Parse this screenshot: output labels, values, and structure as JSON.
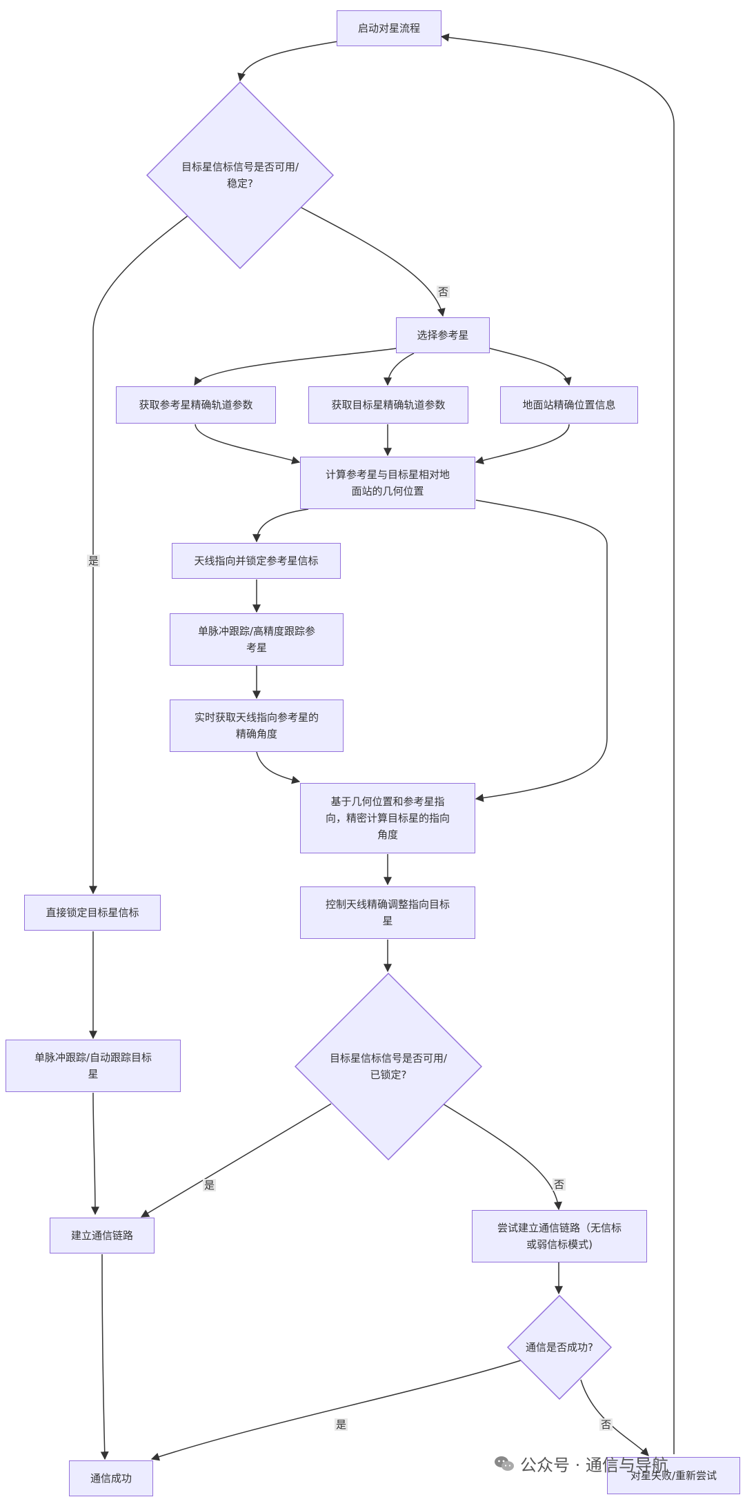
{
  "nodes": {
    "start": "启动对星流程",
    "d1": "目标星信标信号是否可用/\n稳定?",
    "select_ref": "选择参考星",
    "ref_orbit": "获取参考星精确轨道参数",
    "tgt_orbit": "获取目标星精确轨道参数",
    "station": "地面站精确位置信息",
    "calc_geo": "计算参考星与目标星相对地\n面站的几何位置",
    "point_ref": "天线指向并锁定参考星信标",
    "track_ref": "单脉冲跟踪/高精度跟踪参\n考星",
    "ref_angle": "实时获取天线指向参考星的\n精确角度",
    "calc_tgt": "基于几何位置和参考星指\n向，精密计算目标星的指向\n角度",
    "adjust": "控制天线精确调整指向目标\n星",
    "lock_tgt": "直接锁定目标星信标",
    "track_tgt": "单脉冲跟踪/自动跟踪目标\n星",
    "d2": "目标星信标信号是否可用/\n已锁定?",
    "link": "建立通信链路",
    "try_link": "尝试建立通信链路（无信标\n或弱信标模式)",
    "d3": "通信是否成功?",
    "success": "通信成功",
    "fail": "对星失败/重新尝试"
  },
  "edge_labels": {
    "d1_no": "否",
    "d1_yes": "是",
    "d2_yes": "是",
    "d2_no": "否",
    "d3_yes": "是",
    "d3_no": "否"
  },
  "watermark": "公众号 · 通信与导航",
  "colors": {
    "node_fill": "#ECECFF",
    "node_stroke": "#9370DB",
    "edge": "#333333",
    "label_bg": "#e8e8e8"
  }
}
